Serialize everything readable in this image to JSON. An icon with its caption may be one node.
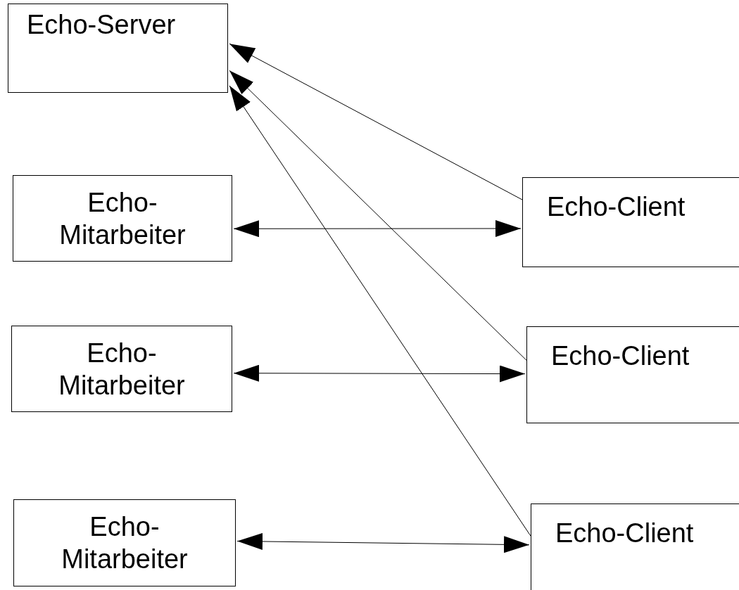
{
  "diagram": {
    "nodes": [
      {
        "text": [
          "Echo-Server"
        ]
      },
      {
        "text": [
          "Echo- Mitarbeiter"
        ]
      },
      {
        "text": [
          "Echo-Client"
        ]
      },
      {
        "text": [
          "Echo- Mitarbeiter"
        ]
      },
      {
        "text": [
          "Echo-Client"
        ]
      },
      {
        "text": [
          "Echo- Mitarbeiter"
        ]
      },
      {
        "text": [
          "Echo-Client"
        ]
      }
    ],
    "edges": [
      {
        "from": 2,
        "to": 0,
        "arrow": "to"
      },
      {
        "from": 4,
        "to": 0,
        "arrow": "to"
      },
      {
        "from": 6,
        "to": 0,
        "arrow": "to"
      },
      {
        "from": 1,
        "to": 2,
        "arrow": "both"
      },
      {
        "from": 3,
        "to": 4,
        "arrow": "both"
      },
      {
        "from": 5,
        "to": 6,
        "arrow": "both"
      }
    ]
  }
}
